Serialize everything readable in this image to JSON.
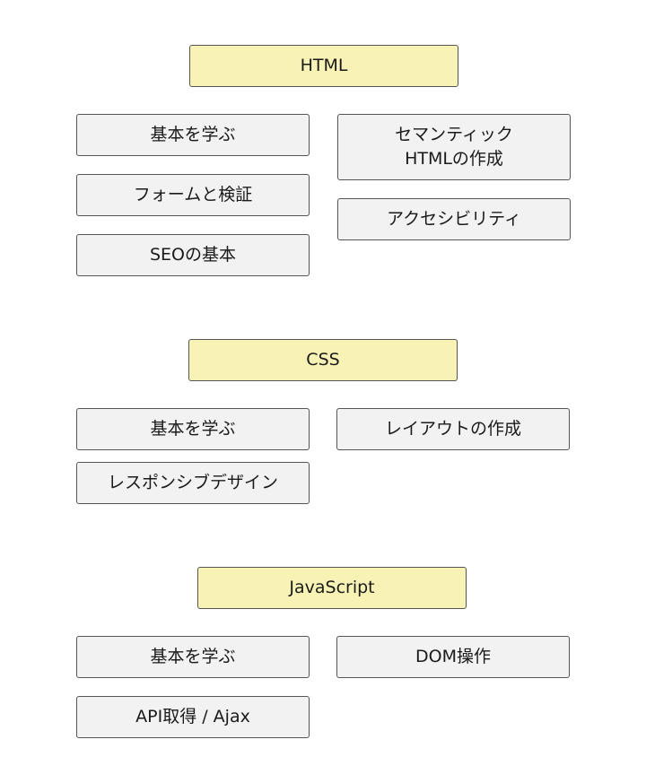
{
  "html_section": {
    "title": "HTML",
    "items": [
      "基本を学ぶ",
      "セマンティック\nHTMLの作成",
      "フォームと検証",
      "アクセシビリティ",
      "SEOの基本"
    ]
  },
  "css_section": {
    "title": "CSS",
    "items": [
      "基本を学ぶ",
      "レイアウトの作成",
      "レスポンシブデザイン"
    ]
  },
  "js_section": {
    "title": "JavaScript",
    "items": [
      "基本を学ぶ",
      "DOM操作",
      "API取得 / Ajax"
    ]
  },
  "colors": {
    "section_fill": "#f8f3b4",
    "item_fill": "#f2f2f2",
    "border": "#555555"
  }
}
